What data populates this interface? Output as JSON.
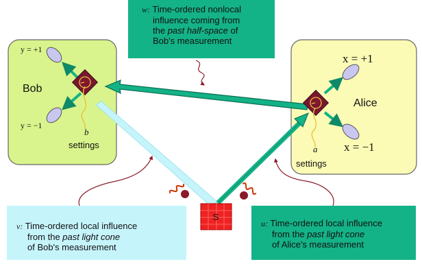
{
  "bob": {
    "name": "Bob",
    "plus": "y = +1",
    "minus": "y = −1",
    "setting_var": "b",
    "settings": "settings"
  },
  "alice": {
    "name": "Alice",
    "plus": "x = +1",
    "minus": "x = −1",
    "setting_var": "a",
    "settings": "settings"
  },
  "source": {
    "label": "S"
  },
  "box_w": {
    "tag": "w:",
    "l1": "Time-ordered nonlocal",
    "l2": "influence coming from",
    "l3a": "the ",
    "l3em": "past half-space",
    "l3b": " of",
    "l4": "Bob's measurement"
  },
  "box_v": {
    "tag": "v:",
    "l1": "Time-ordered local influence",
    "l2a": "from the ",
    "l2em": "past light cone",
    "l3": "of Bob's measurement"
  },
  "box_u": {
    "tag": "u:",
    "l1": "Time-ordered local influence",
    "l2a": "from the ",
    "l2em": "past light cone",
    "l3": "of Alice's measurement"
  },
  "colors": {
    "bob_panel": "#d9f48c",
    "alice_panel": "#fbfbb6",
    "teal": "#14b287",
    "light_cyan": "#c6f4fb",
    "station": "#7a1730",
    "source": "#ee2222",
    "detector": "#c9c7ef"
  }
}
